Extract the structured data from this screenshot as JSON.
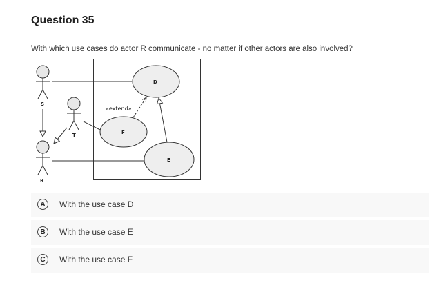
{
  "question": {
    "title": "Question 35",
    "text": "With which use cases do actor R communicate - no matter if other actors are also involved?"
  },
  "diagram": {
    "actors": [
      "S",
      "T",
      "R"
    ],
    "use_cases": [
      "D",
      "F",
      "E"
    ],
    "stereotype": "«extend»"
  },
  "options": [
    {
      "letter": "A",
      "label": "With the use case D"
    },
    {
      "letter": "B",
      "label": "With the use case E"
    },
    {
      "letter": "C",
      "label": "With the use case F"
    }
  ]
}
